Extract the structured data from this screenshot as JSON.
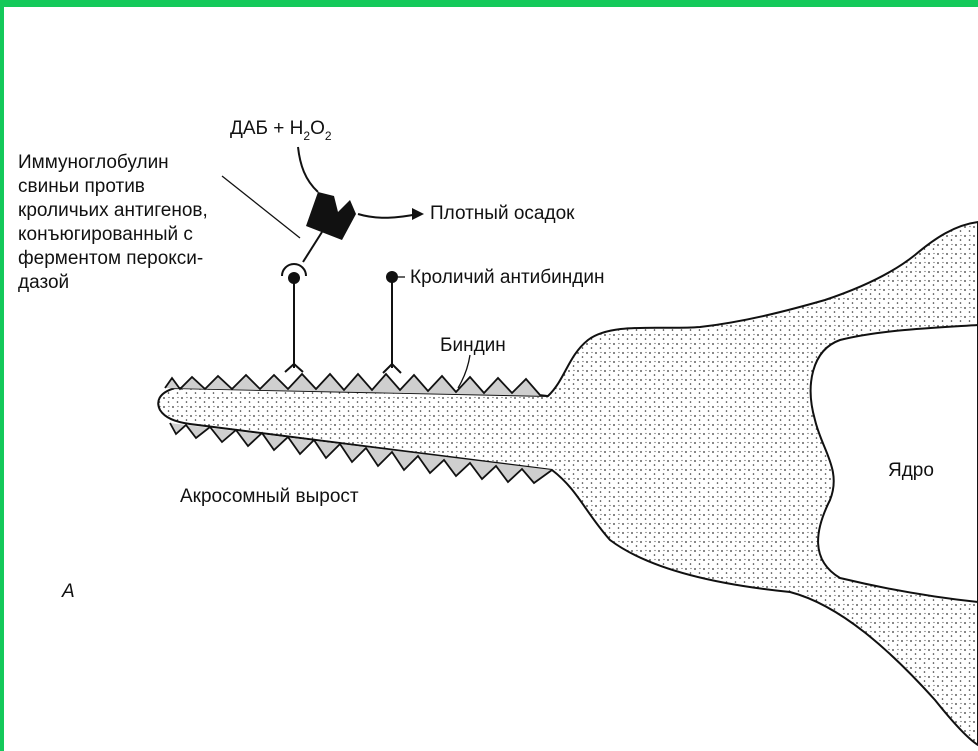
{
  "labels": {
    "reagent": {
      "base": "ДАБ + H",
      "sub1": "2",
      "mid": "O",
      "sub2": "2"
    },
    "immunoglobulin": [
      "Иммуноглобулин",
      "свиньи против",
      "кроличьих антигенов,",
      "конъюгированный с",
      "ферментом перокси-",
      "дазой"
    ],
    "precipitate": "Плотный осадок",
    "antibindin": "Кроличий антибиндин",
    "bindin": "Биндин",
    "acrosome": "Акросомный вырост",
    "nucleus": "Ядро",
    "panel": "А"
  },
  "colors": {
    "frame": "#14c95a",
    "ink": "#111111"
  }
}
